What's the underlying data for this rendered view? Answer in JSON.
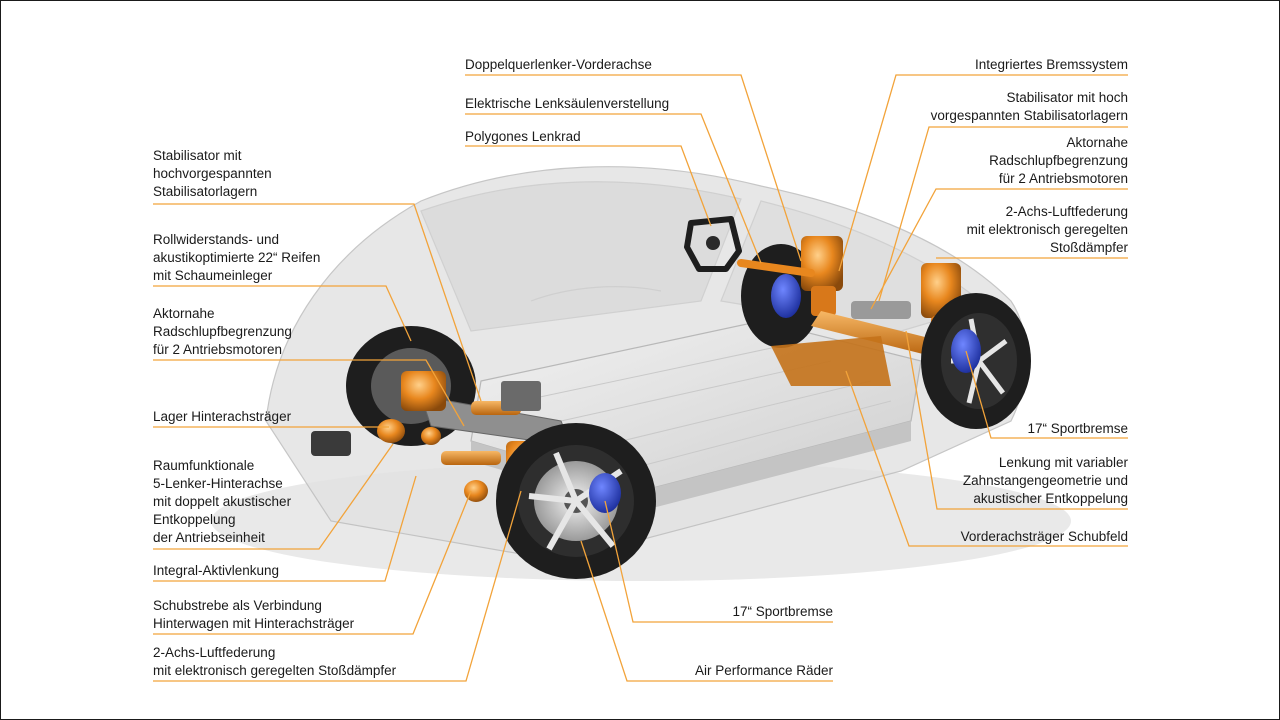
{
  "colors": {
    "background": "#ffffff",
    "text": "#1a1a1a",
    "leader_line": "#f2a33a",
    "component_orange": "#e8871e",
    "brake_blue": "#2a45c8",
    "tire": "#1e1e1e",
    "body_ghost": "#d9d9d9"
  },
  "labels_left": [
    {
      "id": "stabilisator-left",
      "lines": [
        "Stabilisator mit",
        "hochvorgespannten",
        "Stabilisatorlagern"
      ]
    },
    {
      "id": "reifen",
      "lines": [
        "Rollwiderstands- und",
        "akustikoptimierte 22“ Reifen",
        "mit Schaumeinleger"
      ]
    },
    {
      "id": "radschlupf-left",
      "lines": [
        "Aktornahe",
        "Radschlupfbegrenzung",
        "für 2 Antriebsmotoren"
      ]
    },
    {
      "id": "lager",
      "lines": [
        "Lager Hinterachsträger"
      ]
    },
    {
      "id": "raumfunktionale",
      "lines": [
        "Raumfunktionale",
        "5-Lenker-Hinterachse",
        "mit doppelt akustischer",
        "Entkoppelung",
        "der Antriebseinheit"
      ]
    },
    {
      "id": "integral",
      "lines": [
        "Integral-Aktivlenkung"
      ]
    },
    {
      "id": "schubstrebe",
      "lines": [
        "Schubstrebe als Verbindung",
        "Hinterwagen mit Hinterachsträger"
      ]
    },
    {
      "id": "luftfederung-left",
      "lines": [
        "2-Achs-Luftfederung",
        "mit elektronisch geregelten Stoßdämpfer"
      ]
    }
  ],
  "labels_center": [
    {
      "id": "doppelquerlenker",
      "lines": [
        "Doppelquerlenker-Vorderachse"
      ]
    },
    {
      "id": "lenksaeule",
      "lines": [
        "Elektrische Lenksäulenverstellung"
      ]
    },
    {
      "id": "lenkrad",
      "lines": [
        "Polygones Lenkrad"
      ]
    },
    {
      "id": "sportbremse-center",
      "lines": [
        "17“ Sportbremse"
      ]
    },
    {
      "id": "raeder",
      "lines": [
        "Air Performance Räder"
      ]
    }
  ],
  "labels_right": [
    {
      "id": "bremssystem",
      "lines": [
        "Integriertes Bremssystem"
      ]
    },
    {
      "id": "stabilisator-right",
      "lines": [
        "Stabilisator mit hoch",
        "vorgespannten Stabilisatorlagern"
      ]
    },
    {
      "id": "radschlupf-right",
      "lines": [
        "Aktornahe",
        "Radschlupfbegrenzung",
        "für 2 Antriebsmotoren"
      ]
    },
    {
      "id": "luftfederung-right",
      "lines": [
        "2-Achs-Luftfederung",
        "mit elektronisch geregelten",
        "Stoßdämpfer"
      ]
    },
    {
      "id": "sportbremse-right",
      "lines": [
        "17“ Sportbremse"
      ]
    },
    {
      "id": "lenkung",
      "lines": [
        "Lenkung mit variabler",
        "Zahnstangengeometrie und",
        "akustischer Entkoppelung"
      ]
    },
    {
      "id": "schubfeld",
      "lines": [
        "Vorderachsträger Schubfeld"
      ]
    }
  ]
}
